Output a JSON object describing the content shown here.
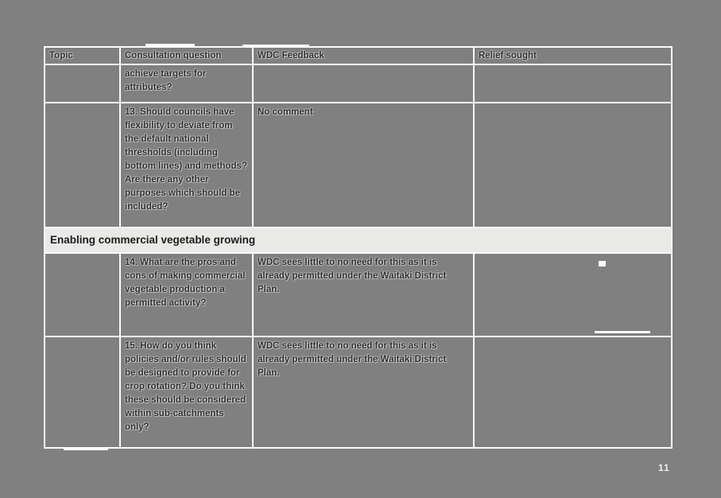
{
  "colors": {
    "page_bg": "#808080",
    "border_col": "#fbfbfb",
    "text_col": "#2f2f2f",
    "section_bg": "#e9e9e7",
    "section_text": "#1c1c1c",
    "pagenum_col": "#efefef"
  },
  "page": {
    "page_number": "11"
  },
  "table": {
    "headers": [
      "Topic",
      "Consultation question",
      "WDC Feedback",
      "Relief sought"
    ],
    "section_header": "Enabling commercial vegetable growing",
    "rows": [
      {
        "topic": "",
        "question": "achieve targets for attributes?",
        "feedback": "",
        "relief": ""
      },
      {
        "topic": "",
        "question": "13. Should councils have flexibility to deviate from the default national thresholds (including bottom lines) and methods? Are there any other purposes which should be included?",
        "feedback": "No comment",
        "relief": ""
      },
      {
        "topic": "",
        "question": "14. What are the pros and cons of making commercial vegetable production a permitted activity?",
        "feedback": "WDC sees little to no need for this as it is already permitted under the Waitaki District Plan.",
        "relief": ""
      },
      {
        "topic": "",
        "question": "15. How do you think policies and/or rules should be designed to provide for crop rotation? Do you think these should be considered within sub-catchments only?",
        "feedback": "WDC sees little to no need for this as it is already permitted under the Waitaki District Plan.",
        "relief": ""
      }
    ]
  }
}
